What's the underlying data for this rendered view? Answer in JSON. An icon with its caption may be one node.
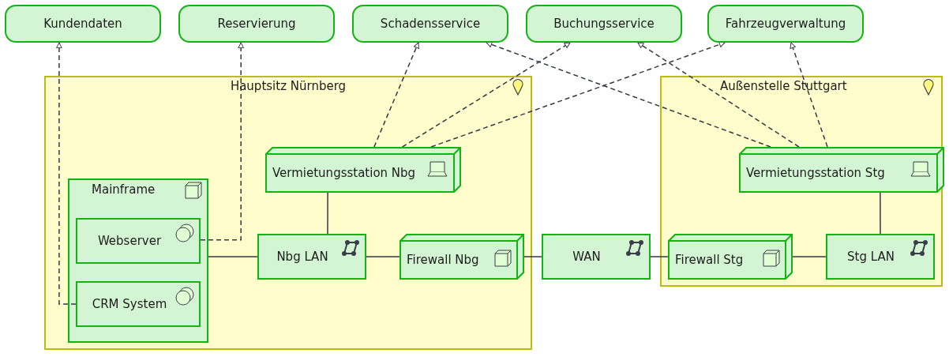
{
  "diagram": {
    "nodes": [
      {
        "text": [
          "Kundendaten"
        ]
      },
      {
        "text": [
          "Reservierung"
        ]
      },
      {
        "text": [
          "Schadensservice"
        ]
      },
      {
        "text": [
          "Buchungsservice"
        ]
      },
      {
        "text": [
          "Fahrzeugverwaltung"
        ]
      },
      {
        "text": [
          "Hauptsitz Nürnberg"
        ]
      },
      {
        "text": [
          "Außenstelle Stuttgart"
        ]
      },
      {
        "text": [
          "Mainframe"
        ],
        "in": 5
      },
      {
        "text": [
          "Webserver"
        ],
        "in": 7
      },
      {
        "text": [
          "CRM System"
        ],
        "in": 7
      },
      {
        "text": [
          "Vermietungsstation Nbg"
        ],
        "in": 5
      },
      {
        "text": [
          "Nbg LAN"
        ],
        "in": 5
      },
      {
        "text": [
          "Firewall Nbg"
        ],
        "in": 5
      },
      {
        "text": [
          "WAN"
        ]
      },
      {
        "text": [
          "Firewall Stg"
        ],
        "in": 6
      },
      {
        "text": [
          "Vermietungsstation Stg"
        ],
        "in": 6
      },
      {
        "text": [
          "Stg LAN"
        ],
        "in": 6
      }
    ],
    "edges": [
      {
        "from": 9,
        "to": 0,
        "arrow": "to",
        "style": "dashed"
      },
      {
        "from": 8,
        "to": 1,
        "arrow": "to",
        "style": "dashed"
      },
      {
        "from": 10,
        "to": 2,
        "arrow": "to",
        "style": "dashed"
      },
      {
        "from": 10,
        "to": 3,
        "arrow": "to",
        "style": "dashed"
      },
      {
        "from": 10,
        "to": 4,
        "arrow": "to",
        "style": "dashed"
      },
      {
        "from": 15,
        "to": 2,
        "arrow": "to",
        "style": "dashed"
      },
      {
        "from": 15,
        "to": 3,
        "arrow": "to",
        "style": "dashed"
      },
      {
        "from": 15,
        "to": 4,
        "arrow": "to",
        "style": "dashed"
      },
      {
        "from": 7,
        "to": 11,
        "arrow": "none"
      },
      {
        "from": 10,
        "to": 11,
        "arrow": "none"
      },
      {
        "from": 11,
        "to": 12,
        "arrow": "none"
      },
      {
        "from": 12,
        "to": 13,
        "arrow": "none"
      },
      {
        "from": 13,
        "to": 14,
        "arrow": "none"
      },
      {
        "from": 14,
        "to": 16,
        "arrow": "none"
      },
      {
        "from": 15,
        "to": 16,
        "arrow": "none"
      }
    ]
  }
}
